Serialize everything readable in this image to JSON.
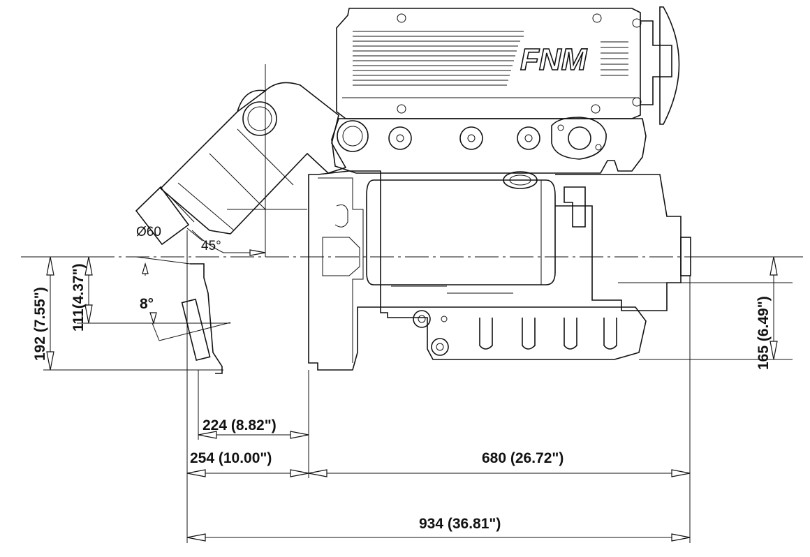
{
  "brand": {
    "logo_text": "FNM"
  },
  "annotations": {
    "diameter": "Ø60",
    "angle_mount": "45°",
    "angle_tilt": "8°"
  },
  "dimensions": {
    "d224": "224 (8.82\")",
    "d254": "254 (10.00\")",
    "d680": "680 (26.72\")",
    "d934": "934 (36.81\")",
    "d192": "192 (7.55\")",
    "d111": "111(4.37\")",
    "d165": "165 (6.49\")"
  }
}
